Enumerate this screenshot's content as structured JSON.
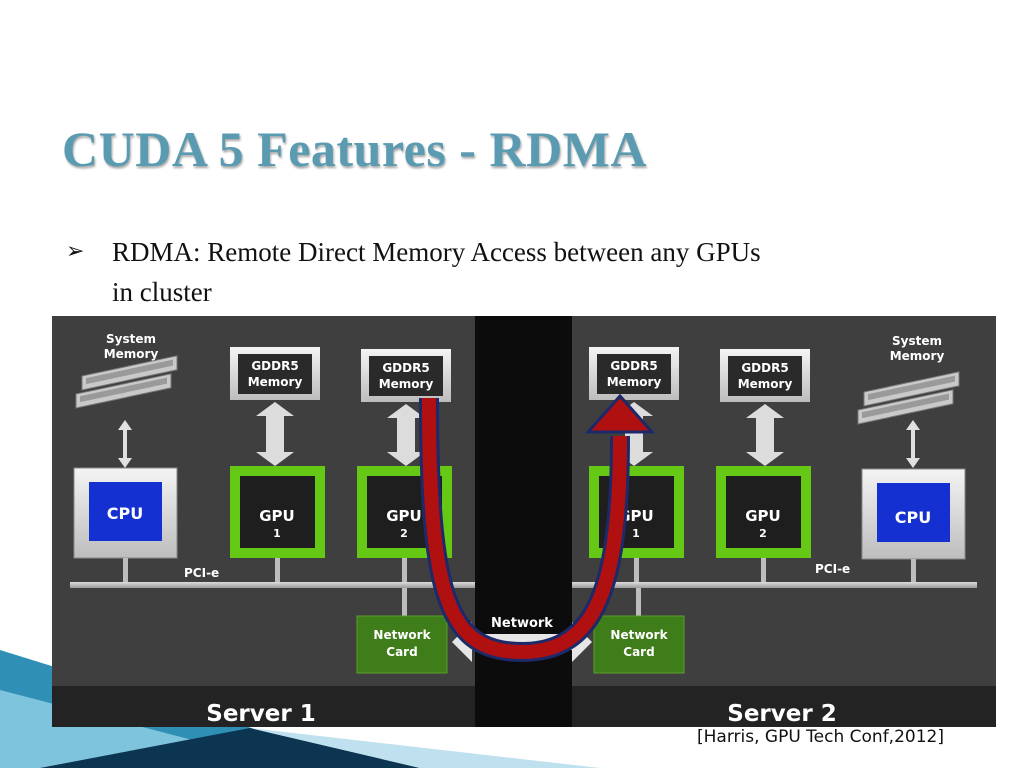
{
  "slide": {
    "title": "CUDA 5 Features - RDMA",
    "bullet_line1": "RDMA: Remote Direct Memory Access between any GPUs",
    "bullet_line2": "in cluster",
    "citation": "[Harris, GPU Tech Conf,2012]"
  },
  "diagram": {
    "server1": {
      "name": "Server 1",
      "system_memory": [
        "System",
        "Memory"
      ],
      "cpu": "CPU",
      "gddr5_1": [
        "GDDR5",
        "Memory"
      ],
      "gddr5_2": [
        "GDDR5",
        "Memory"
      ],
      "gpu1": [
        "GPU",
        "1"
      ],
      "gpu2": [
        "GPU",
        "2"
      ],
      "pcie": "PCI-e",
      "network_card": [
        "Network",
        "Card"
      ]
    },
    "server2": {
      "name": "Server 2",
      "system_memory": [
        "System",
        "Memory"
      ],
      "cpu": "CPU",
      "gddr5_1": [
        "GDDR5",
        "Memory"
      ],
      "gddr5_2": [
        "GDDR5",
        "Memory"
      ],
      "gpu1": [
        "GPU",
        "1"
      ],
      "gpu2": [
        "GPU",
        "2"
      ],
      "pcie": "PCI-e",
      "network_card": [
        "Network",
        "Card"
      ]
    },
    "network_label": "Network",
    "colors": {
      "panel": "#3f3f3f",
      "gpu_green": "#64c814",
      "cpu_blue": "#1530d0",
      "nic_green": "#3f7d1a",
      "arrow_red": "#b01010"
    }
  }
}
